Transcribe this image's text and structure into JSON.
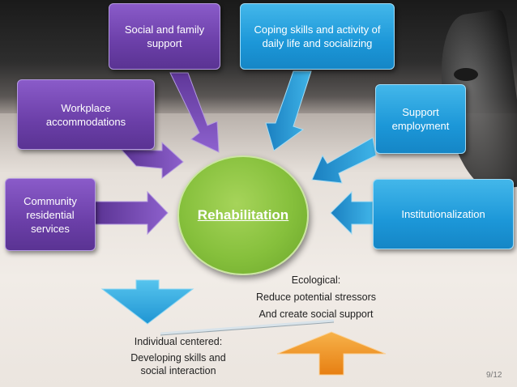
{
  "center": {
    "label": "Rehabilitation"
  },
  "boxes": {
    "social_family": "Social and family support",
    "coping": "Coping skills and activity of daily life and socializing",
    "workplace": "Workplace accommodations",
    "support_employment": "Support employment",
    "community": "Community residential services",
    "institutionalization": "Institutionalization"
  },
  "ecological": {
    "heading": "Ecological:",
    "line1": "Reduce potential stressors",
    "line2": "And create social support"
  },
  "individual": {
    "heading": "Individual centered:",
    "line1": "Developing skills and",
    "line2": "social interaction"
  },
  "page_number": "9/12",
  "colors": {
    "purple": "#6b3fa8",
    "blue": "#1c97d8",
    "green": "#86c03c",
    "orange": "#f39a1f"
  }
}
